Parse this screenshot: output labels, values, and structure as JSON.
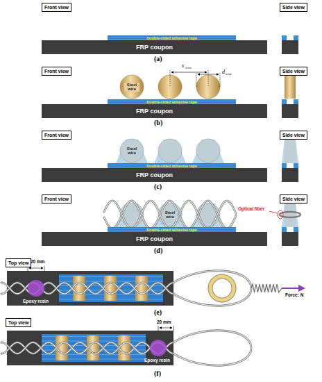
{
  "diagram": {
    "nodes": [
      {
        "text": [
          "Front view"
        ]
      },
      {
        "text": [
          "Side view"
        ]
      },
      {
        "text": [
          "Double-sided adhesive tape"
        ]
      },
      {
        "text": [
          "FRP coupon"
        ]
      },
      {
        "text": [
          "Front view"
        ]
      },
      {
        "text": [
          "Side view"
        ]
      },
      {
        "text": [
          "Steel wire"
        ]
      },
      {
        "text": [
          "Double-sided adhesive tape"
        ]
      },
      {
        "text": [
          "FRP coupon"
        ]
      },
      {
        "text": [
          "Front view"
        ]
      },
      {
        "text": [
          "Side view"
        ]
      },
      {
        "text": [
          "Steel wire"
        ]
      },
      {
        "text": [
          "Double-sided adhesive tape"
        ]
      },
      {
        "text": [
          "FRP coupon"
        ]
      },
      {
        "text": [
          "Front view"
        ]
      },
      {
        "text": [
          "Side view"
        ]
      },
      {
        "text": [
          "Steel wire"
        ]
      },
      {
        "text": [
          "Double-sided adhesive tape"
        ]
      },
      {
        "text": [
          "FRP coupon"
        ]
      },
      {
        "text": [
          "Top view"
        ]
      },
      {
        "text": [
          "Top view"
        ]
      }
    ],
    "labels": [
      "(a)",
      "(b)",
      "s",
      "wire",
      "d",
      "wire",
      "(c)",
      "Optical fiber",
      "(d)",
      "20 mm",
      "Epoxy resin",
      "Force: N",
      "(e)",
      "20 mm",
      "Epoxy resin",
      "(f)"
    ]
  }
}
